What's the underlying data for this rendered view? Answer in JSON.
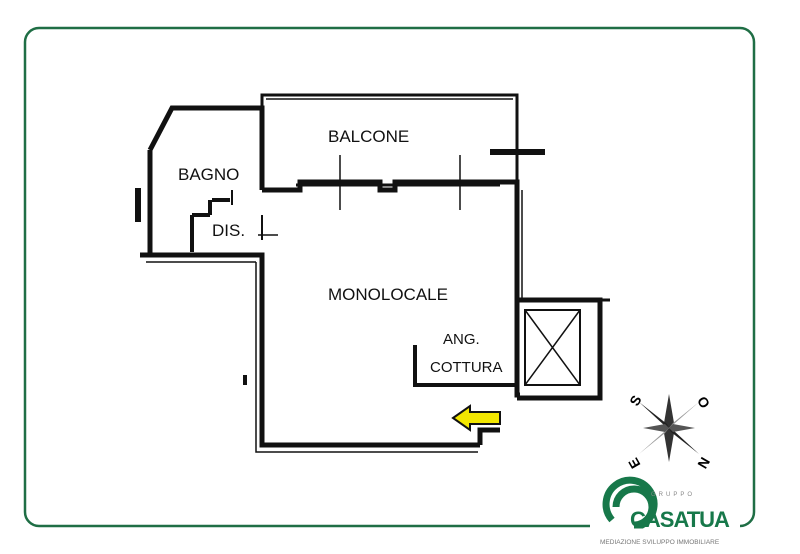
{
  "rooms": {
    "balcone": "BALCONE",
    "bagno": "BAGNO",
    "dis": "DIS.",
    "monolocale": "MONOLOCALE",
    "ang": "ANG.",
    "cottura": "COTTURA"
  },
  "compass": {
    "s": "S",
    "o": "O",
    "e": "E",
    "n": "N"
  },
  "logo": {
    "group": "GRUPPO",
    "name": "CASATUA",
    "tagline": "MEDIAZIONE SVILUPPO IMMOBILIARE"
  },
  "colors": {
    "border": "#1f6e45",
    "logo": "#17784a",
    "arrow": "#f2e600",
    "wall": "#111111"
  }
}
